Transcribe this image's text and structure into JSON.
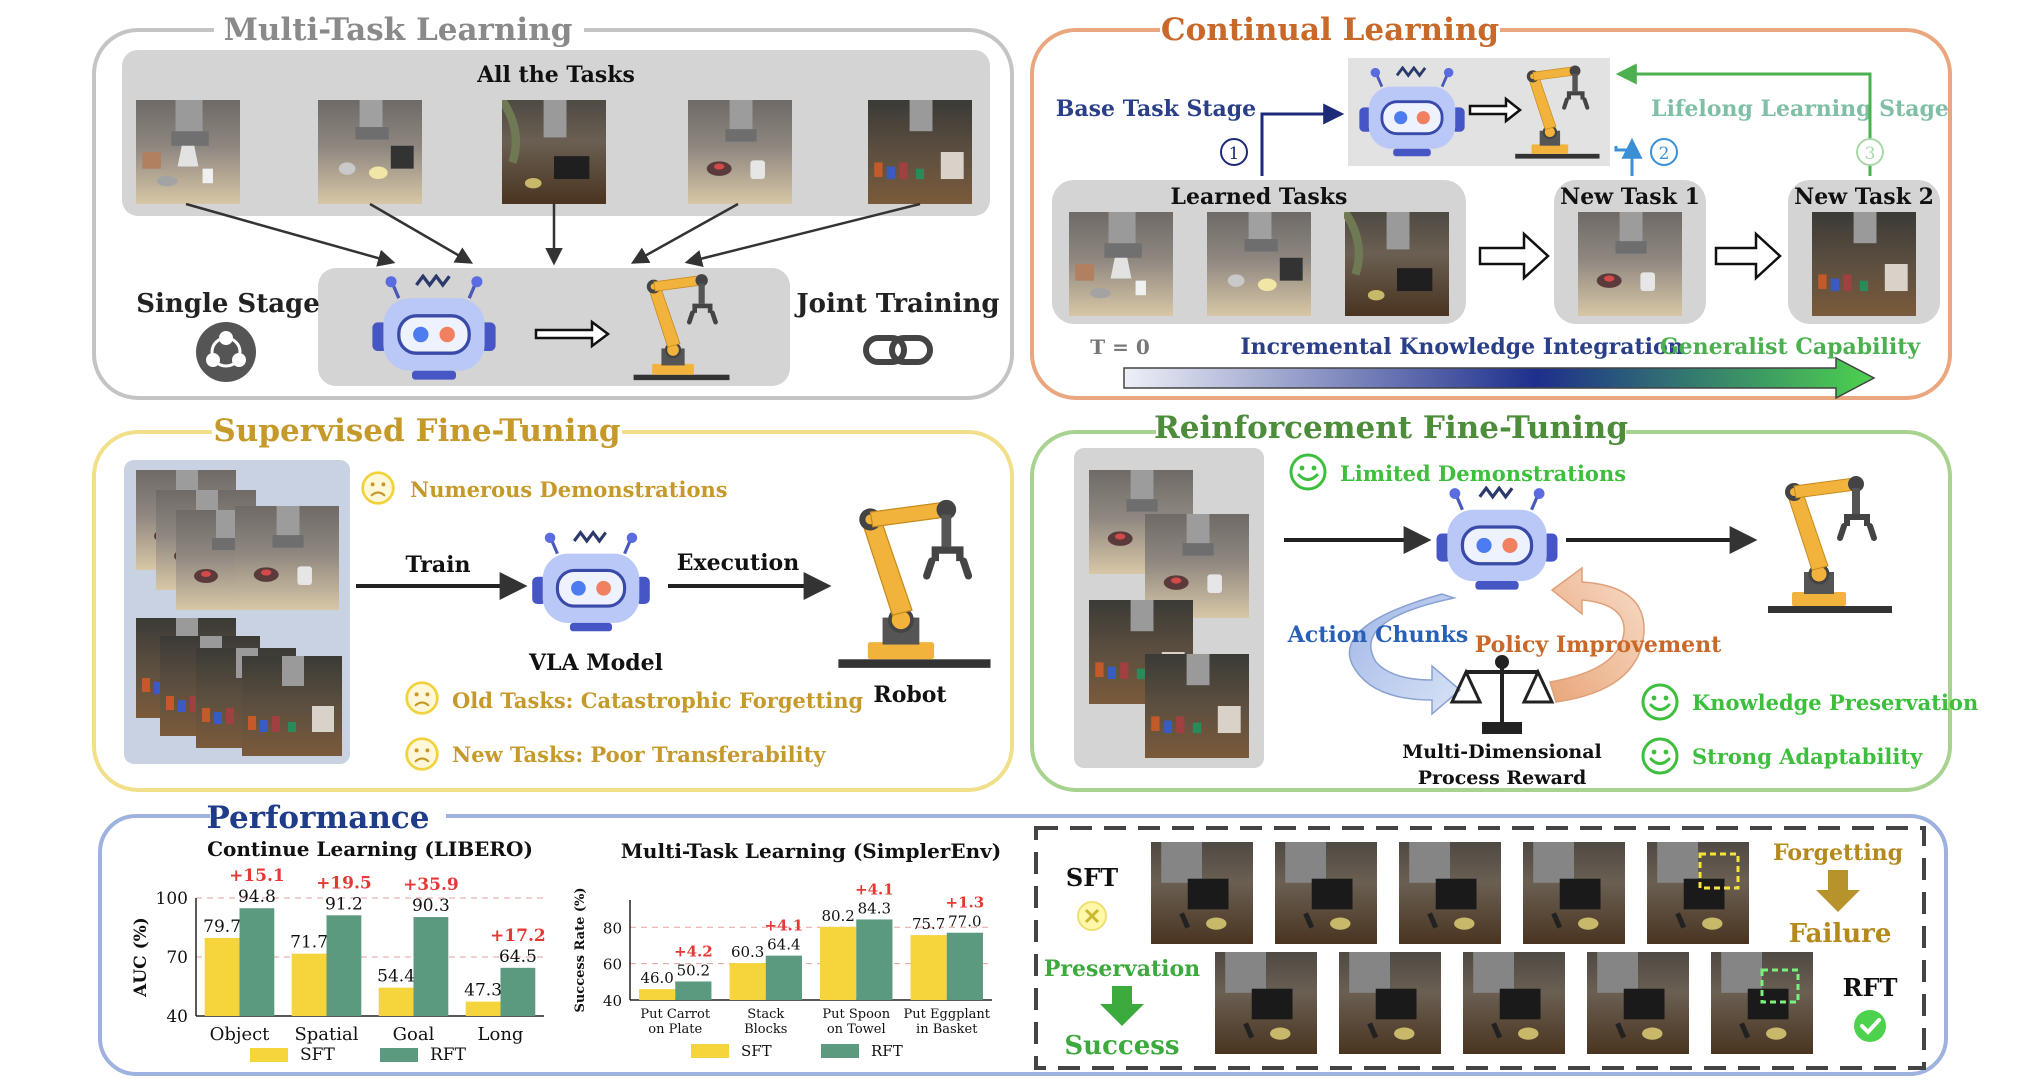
{
  "colors": {
    "mtl_border": "#c4c4c4",
    "cl_border": "#eaa77f",
    "sft_border": "#f2df8a",
    "rft_border": "#a8d290",
    "perf_border": "#9db2de",
    "mtl_title": "#8a8a8a",
    "cl_title": "#c8692a",
    "sft_title": "#c59a2a",
    "rft_title": "#4c8c3a",
    "perf_title": "#1f3c88",
    "sft_bar": "#f5d43c",
    "rft_bar": "#5b9a7e",
    "green_text": "#3dbf3d",
    "gold_text": "#c59a2a",
    "navy_text": "#2a3f88",
    "delta_red": "#e53935"
  },
  "mtl": {
    "title": "Multi-Task Learning",
    "tasks_label": "All the Tasks",
    "single_stage": "Single Stage",
    "joint_training": "Joint Training"
  },
  "cl": {
    "title": "Continual Learning",
    "base_stage": "Base Task Stage",
    "lifelong_stage": "Lifelong Learning Stage",
    "step1": "1",
    "step2": "2",
    "step3": "3",
    "learned_tasks": "Learned Tasks",
    "new_task_1": "New Task 1",
    "new_task_2": "New Task 2",
    "t0": "T = 0",
    "incremental": "Incremental Knowledge Integration",
    "generalist": "Generalist Capability"
  },
  "sft": {
    "title": "Supervised Fine-Tuning",
    "numerous": "Numerous Demonstrations",
    "train": "Train",
    "execution": "Execution",
    "vla_model": "VLA Model",
    "robot": "Robot",
    "old_tasks": "Old Tasks: Catastrophic Forgetting",
    "new_tasks": "New Tasks: Poor Transferability"
  },
  "rft": {
    "title": "Reinforcement Fine-Tuning",
    "limited": "Limited Demonstrations",
    "action_chunks": "Action Chunks",
    "policy_improvement": "Policy Improvement",
    "reward_line1": "Multi-Dimensional",
    "reward_line2": "Process Reward",
    "knowledge": "Knowledge Preservation",
    "adaptability": "Strong Adaptability"
  },
  "perf": {
    "title": "Performance",
    "sft_label": "SFT",
    "rft_label": "RFT",
    "forgetting": "Forgetting",
    "failure": "Failure",
    "preservation": "Preservation",
    "success": "Success"
  },
  "chart_data": [
    {
      "type": "bar",
      "title": "Continue Learning (LIBERO)",
      "ylabel": "AUC (%)",
      "xlabel": "",
      "ylim": [
        40,
        100
      ],
      "yticks": [
        40,
        70,
        100
      ],
      "categories": [
        "Object",
        "Spatial",
        "Goal",
        "Long"
      ],
      "series": [
        {
          "name": "SFT",
          "values": [
            79.7,
            71.7,
            54.4,
            47.3
          ]
        },
        {
          "name": "RFT",
          "values": [
            94.8,
            91.2,
            90.3,
            64.5
          ]
        }
      ],
      "deltas": [
        "+15.1",
        "+19.5",
        "+35.9",
        "+17.2"
      ],
      "legend": "bottom",
      "grid": true
    },
    {
      "type": "bar",
      "title": "Multi-Task Learning (SimplerEnv)",
      "ylabel": "Success Rate (%)",
      "xlabel": "",
      "ylim": [
        40,
        95
      ],
      "yticks": [
        40,
        60,
        80
      ],
      "categories": [
        [
          "Put Carrot",
          "on Plate"
        ],
        [
          "Stack",
          "Blocks"
        ],
        [
          "Put Spoon",
          "on Towel"
        ],
        [
          "Put Eggplant",
          "in Basket"
        ]
      ],
      "series": [
        {
          "name": "SFT",
          "values": [
            46.0,
            60.3,
            80.2,
            75.7
          ]
        },
        {
          "name": "RFT",
          "values": [
            50.2,
            64.4,
            84.3,
            77.0
          ]
        }
      ],
      "deltas": [
        "+4.2",
        "+4.1",
        "+4.1",
        "+1.3"
      ],
      "legend": "bottom",
      "grid": true
    }
  ]
}
